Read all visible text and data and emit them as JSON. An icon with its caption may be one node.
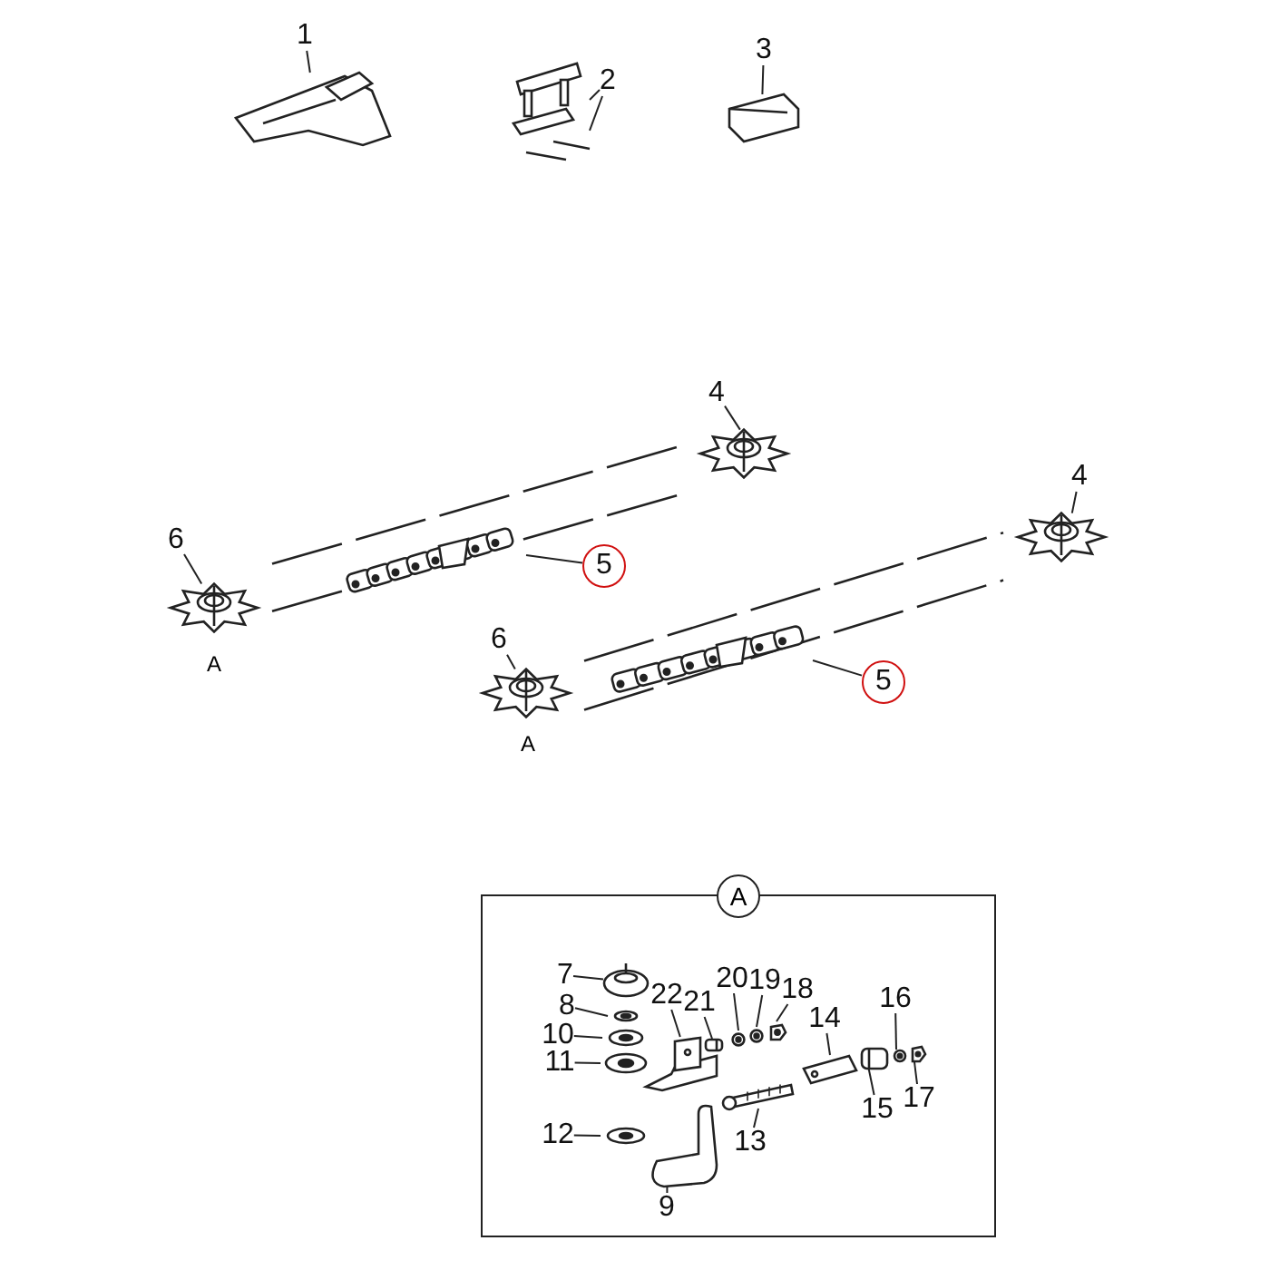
{
  "diagram": {
    "nodes": [
      {
        "text": [
          "1"
        ]
      },
      {
        "text": [
          "2"
        ]
      },
      {
        "text": [
          "3"
        ]
      },
      {
        "text": [
          "4"
        ]
      },
      {
        "text": [
          "6"
        ]
      },
      {
        "text": [
          "5"
        ]
      },
      {
        "text": [
          "4"
        ]
      },
      {
        "text": [
          "6"
        ]
      },
      {
        "text": [
          "5"
        ]
      },
      {
        "text": [
          "A"
        ]
      },
      {
        "text": [
          "7"
        ],
        "in": 9
      },
      {
        "text": [
          "22"
        ],
        "in": 9
      },
      {
        "text": [
          "21"
        ],
        "in": 9
      },
      {
        "text": [
          "20"
        ],
        "in": 9
      },
      {
        "text": [
          "19"
        ],
        "in": 9
      },
      {
        "text": [
          "18"
        ],
        "in": 9
      },
      {
        "text": [
          "8"
        ],
        "in": 9
      },
      {
        "text": [
          "14"
        ],
        "in": 9
      },
      {
        "text": [
          "16"
        ],
        "in": 9
      },
      {
        "text": [
          "10"
        ],
        "in": 9
      },
      {
        "text": [
          "11"
        ],
        "in": 9
      },
      {
        "text": [
          "15"
        ],
        "in": 9
      },
      {
        "text": [
          "17"
        ],
        "in": 9
      },
      {
        "text": [
          "13"
        ],
        "in": 9
      },
      {
        "text": [
          "12"
        ],
        "in": 9
      },
      {
        "text": [
          "9"
        ],
        "in": 9
      },
      {
        "text": [],
        "shape": "picture"
      },
      {
        "text": [],
        "shape": "picture"
      },
      {
        "text": [],
        "shape": "picture"
      },
      {
        "text": [],
        "shape": "picture"
      },
      {
        "text": [],
        "shape": "picture",
        "beside": [
          "A"
        ]
      },
      {
        "text": [],
        "shape": "picture"
      },
      {
        "text": [],
        "shape": "picture"
      },
      {
        "text": [],
        "shape": "picture",
        "beside": [
          "A"
        ]
      },
      {
        "text": [],
        "shape": "picture"
      },
      {
        "text": [],
        "shape": "picture",
        "in": 9
      },
      {
        "text": [],
        "shape": "picture",
        "in": 9
      },
      {
        "text": [],
        "shape": "picture",
        "in": 9
      },
      {
        "text": [],
        "shape": "picture",
        "in": 9
      },
      {
        "text": [],
        "shape": "picture",
        "in": 9
      },
      {
        "text": [],
        "shape": "picture",
        "in": 9
      },
      {
        "text": [],
        "shape": "picture",
        "in": 9
      },
      {
        "text": [],
        "shape": "picture",
        "in": 9
      },
      {
        "text": [],
        "shape": "picture",
        "in": 9
      },
      {
        "text": [],
        "shape": "picture",
        "in": 9
      },
      {
        "text": [],
        "shape": "picture",
        "in": 9
      },
      {
        "text": [],
        "shape": "picture",
        "in": 9
      },
      {
        "text": [],
        "shape": "picture",
        "in": 9
      },
      {
        "text": [],
        "shape": "picture",
        "in": 9
      },
      {
        "text": [],
        "shape": "picture",
        "in": 9
      },
      {
        "text": [],
        "shape": "picture",
        "in": 9
      }
    ],
    "edges": [
      {
        "from": 0,
        "to": 26,
        "arrow": "none"
      },
      {
        "from": 1,
        "to": 27,
        "arrow": "none"
      },
      {
        "from": 1,
        "to": 27,
        "arrow": "none"
      },
      {
        "from": 2,
        "to": 28,
        "arrow": "none"
      },
      {
        "from": 3,
        "to": 29,
        "arrow": "none"
      },
      {
        "from": 4,
        "to": 30,
        "arrow": "none"
      },
      {
        "from": 5,
        "to": 31,
        "arrow": "none"
      },
      {
        "from": 6,
        "to": 32,
        "arrow": "none"
      },
      {
        "from": 7,
        "to": 33,
        "arrow": "none"
      },
      {
        "from": 8,
        "to": 34,
        "arrow": "none"
      },
      {
        "from": 10,
        "to": 35,
        "arrow": "none"
      },
      {
        "from": 11,
        "to": 36,
        "arrow": "none"
      },
      {
        "from": 12,
        "to": 37,
        "arrow": "none"
      },
      {
        "from": 13,
        "to": 38,
        "arrow": "none"
      },
      {
        "from": 14,
        "to": 39,
        "arrow": "none"
      },
      {
        "from": 15,
        "to": 40,
        "arrow": "none"
      },
      {
        "from": 16,
        "to": 41,
        "arrow": "none"
      },
      {
        "from": 17,
        "to": 42,
        "arrow": "none"
      },
      {
        "from": 18,
        "to": 43,
        "arrow": "none"
      },
      {
        "from": 19,
        "to": 45,
        "arrow": "none"
      },
      {
        "from": 20,
        "to": 46,
        "arrow": "none"
      },
      {
        "from": 21,
        "to": 47,
        "arrow": "none"
      },
      {
        "from": 22,
        "to": 44,
        "arrow": "none"
      },
      {
        "from": 23,
        "to": 48,
        "arrow": "none"
      },
      {
        "from": 24,
        "to": 49,
        "arrow": "none"
      },
      {
        "from": 25,
        "to": 50,
        "arrow": "none"
      }
    ]
  }
}
